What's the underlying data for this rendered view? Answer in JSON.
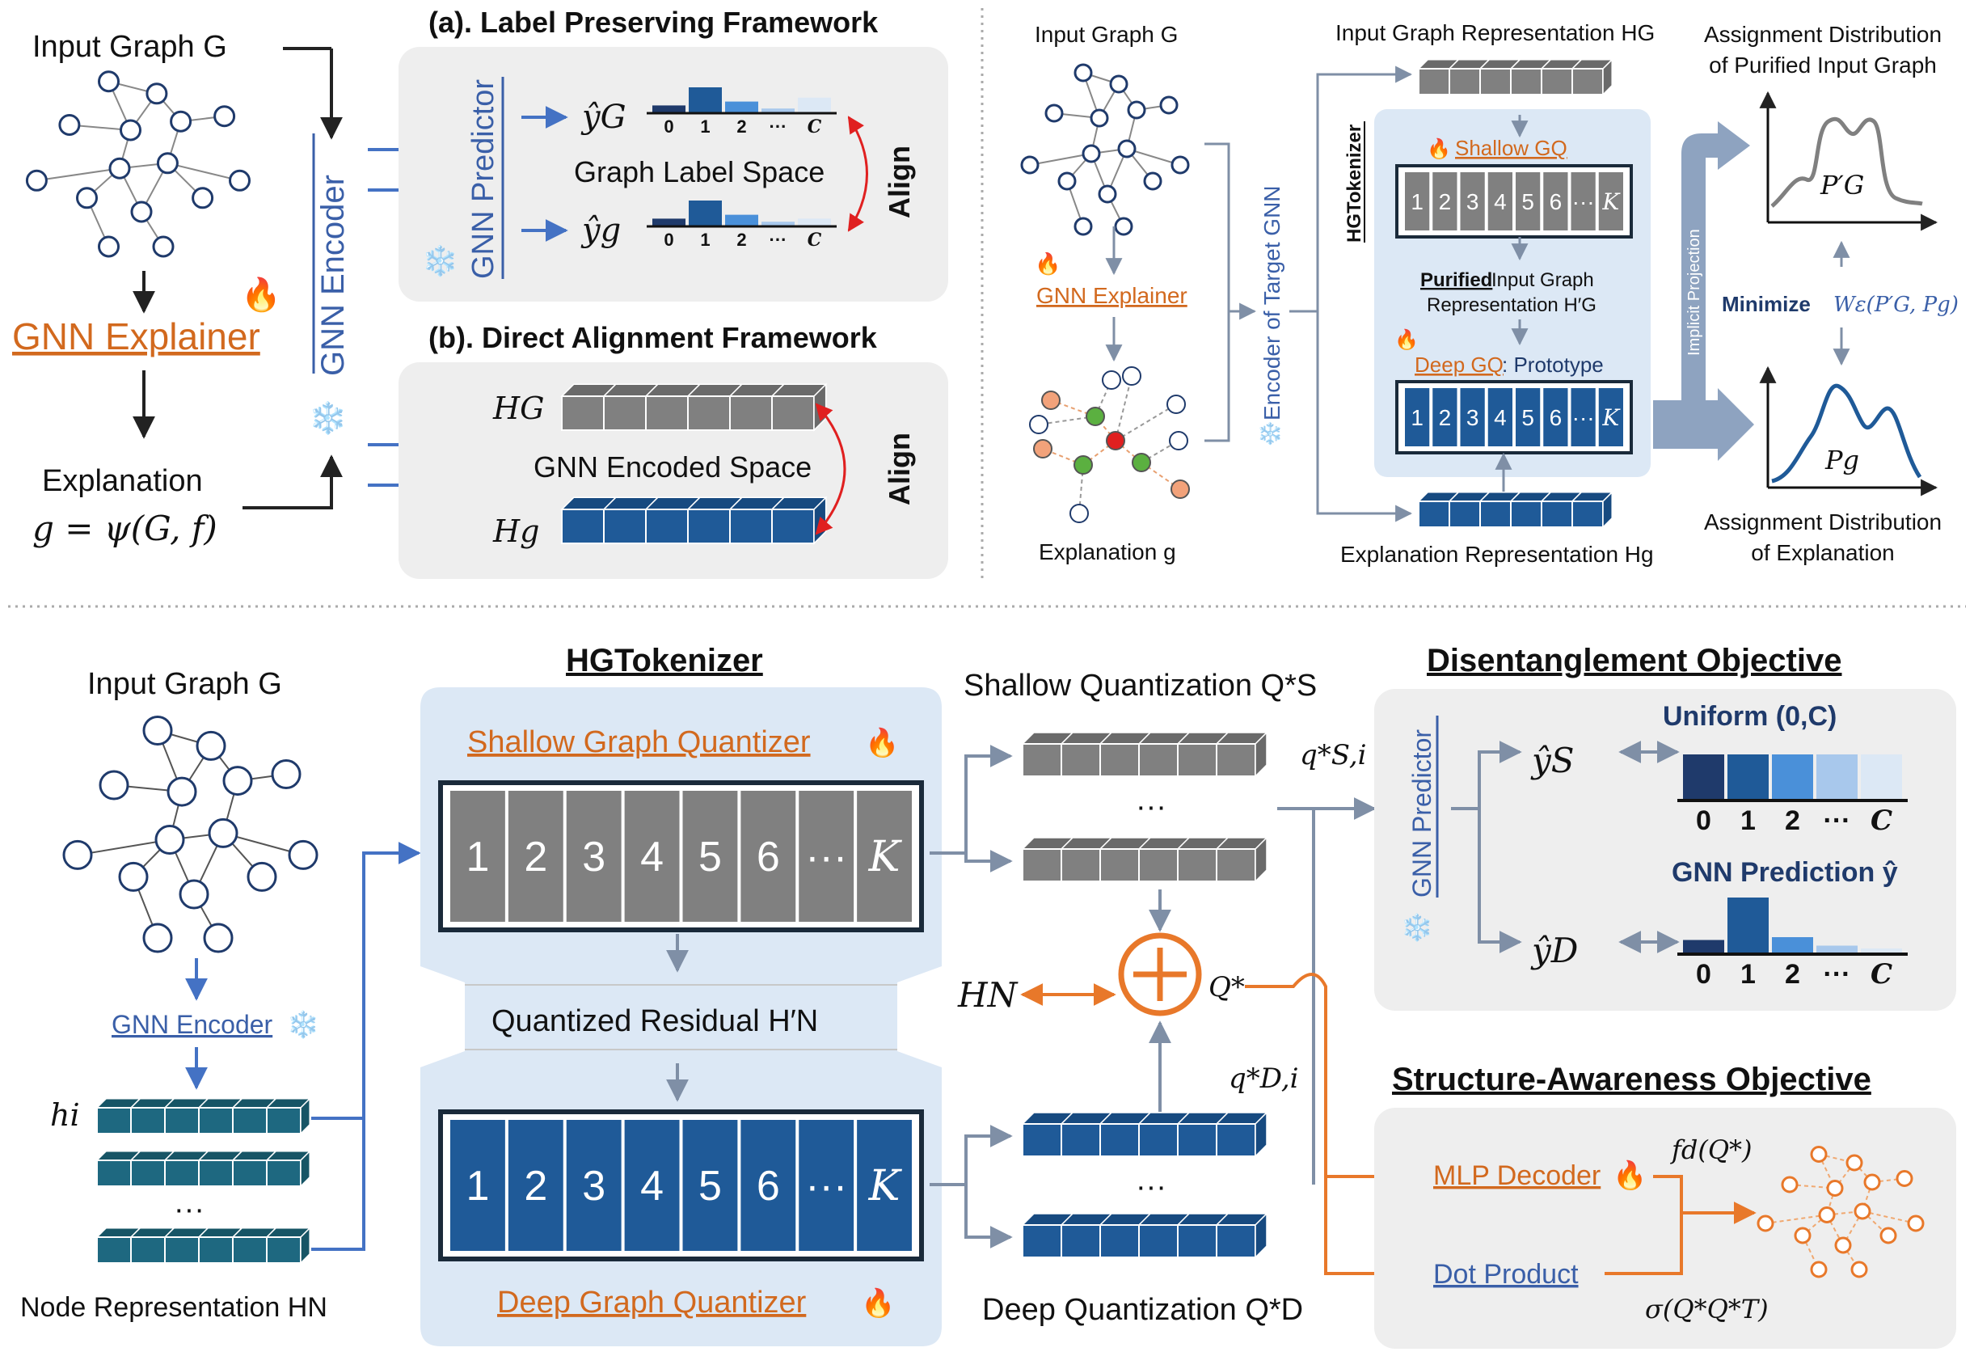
{
  "top_left": {
    "input_graph": "Input Graph G",
    "gnn_explainer": "GNN Explainer",
    "explanation": "Explanation",
    "explanation_formula": "g = ψ(G, f)",
    "gnn_encoder": "GNN Encoder",
    "panel_a_title": "(a). Label Preserving Framework",
    "gnn_predictor": "GNN Predictor",
    "y_hat_G": "ŷG",
    "y_hat_g": "ŷg",
    "graph_label_space": "Graph Label Space",
    "align": "Align",
    "bar_ticks": [
      "0",
      "1",
      "2",
      "···",
      "C"
    ],
    "panel_b_title": "(b). Direct Alignment Framework",
    "H_G": "HG",
    "H_g": "Hg",
    "gnn_encoded_space": "GNN Encoded Space"
  },
  "top_right": {
    "input_graph": "Input Graph G",
    "gnn_explainer": "GNN Explainer",
    "explanation": "Explanation g",
    "encoder_target": "Encoder of Target GNN",
    "input_graph_repr": "Input Graph Representation HG",
    "hgtokenizer": "HGTokenizer",
    "shallow_gq": "Shallow GQ",
    "codebook": [
      "1",
      "2",
      "3",
      "4",
      "5",
      "6",
      "···",
      "K"
    ],
    "purified_word": "Purified",
    "purified_rest": " Input Graph",
    "purified_line2": "Representation H′G",
    "deep_gq": "Deep GQ",
    "prototype": ": Prototype",
    "explanation_repr": "Explanation Representation Hg",
    "implicit_projection": "Implicit Projection",
    "assign_purified_1": "Assignment Distribution",
    "assign_purified_2": "of Purified Input Graph",
    "P_G": "P′G",
    "minimize": "Minimize",
    "minimize_formula": "Wε(P′G, Pg)",
    "P_g": "Pg",
    "assign_expl_1": "Assignment Distribution",
    "assign_expl_2": "of Explanation"
  },
  "bottom": {
    "input_graph": "Input Graph G",
    "gnn_encoder": "GNN Encoder",
    "h_i": "hi",
    "dots": "···",
    "node_repr": "Node Representation HN",
    "hgtokenizer": "HGTokenizer",
    "shallow_quantizer": "Shallow Graph Quantizer",
    "codebook": [
      "1",
      "2",
      "3",
      "4",
      "5",
      "6",
      "···",
      "K"
    ],
    "quantized_residual": "Quantized Residual H′N",
    "deep_quantizer": "Deep Graph Quantizer",
    "shallow_quant": "Shallow Quantization Q*S",
    "q_S_i": "q*S,i",
    "deep_quant": "Deep Quantization Q*D",
    "q_D_i": "q*D,i",
    "H_N": "HN",
    "Q_star": "Q*",
    "disentangle_title": "Disentanglement Objective",
    "gnn_predictor": "GNN Predictor",
    "y_S": "ŷS",
    "y_D": "ŷD",
    "uniform": "Uniform (0,C)",
    "gnn_prediction": "GNN Prediction ŷ",
    "bar_ticks": [
      "0",
      "1",
      "2",
      "···",
      "C"
    ],
    "structure_title": "Structure-Awareness Objective",
    "mlp_decoder": "MLP Decoder",
    "dot_product": "Dot Product",
    "f_d": "fd(Q*)",
    "sigma": "σ(Q*Q*T)"
  },
  "colors": {
    "panel_grey": "#eeeeee",
    "panel_blue": "#dce8f5",
    "gray_cell": "#808080",
    "blue_cell": "#1f5a98",
    "teal_cell": "#1e6880",
    "orange": "#e8782a",
    "arrow_blue": "#4472c4",
    "arrow_gray": "#7f8fa6"
  }
}
